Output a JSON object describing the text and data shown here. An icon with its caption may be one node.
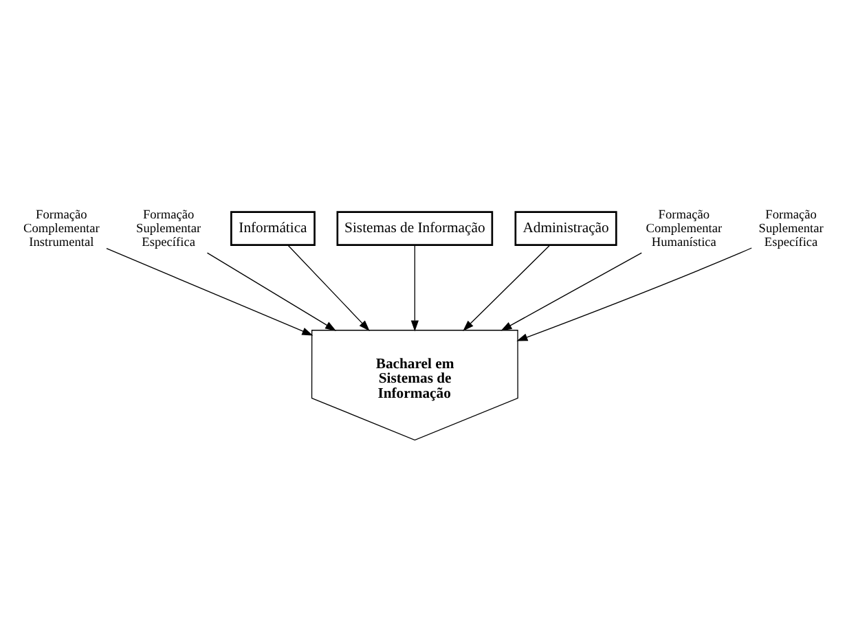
{
  "diagram": {
    "nodes": [
      {
        "text": [
          "Informática"
        ]
      },
      {
        "text": [
          "Sistemas de Informação"
        ]
      },
      {
        "text": [
          "Administração"
        ]
      },
      {
        "text": [
          "Bacharel em Sistemas de Informação"
        ]
      },
      {
        "text": [
          "Formação Complementar Instrumental"
        ]
      },
      {
        "text": [
          "Formação Suplementar Específica"
        ]
      },
      {
        "text": [
          "Formação Complementar Humanística"
        ]
      },
      {
        "text": [
          "Formação Suplementar Específica"
        ]
      }
    ],
    "edges": [
      {
        "from": 0,
        "to": 3,
        "arrow": "to"
      },
      {
        "from": 1,
        "to": 3,
        "arrow": "to"
      },
      {
        "from": 2,
        "to": 3,
        "arrow": "to"
      },
      {
        "from": 4,
        "to": 3,
        "arrow": "to"
      },
      {
        "from": 5,
        "to": 3,
        "arrow": "to"
      },
      {
        "from": 6,
        "to": 3,
        "arrow": "to"
      },
      {
        "from": 7,
        "to": 3,
        "arrow": "to"
      }
    ]
  }
}
